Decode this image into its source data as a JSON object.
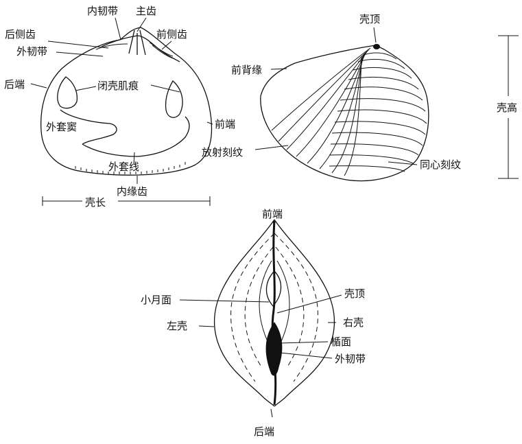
{
  "figure_a": {
    "labels": {
      "inner_ligament": "内韧带",
      "main_tooth": "主齿",
      "posterior_lateral_tooth": "后侧齿",
      "anterior_lateral_tooth": "前侧齿",
      "outer_ligament": "外韧带",
      "posterior_end": "后端",
      "adductor_scar": "闭壳肌痕",
      "pallial_sinus": "外套窦",
      "anterior_end": "前端",
      "pallial_line": "外套线",
      "inner_margin_teeth": "内缘齿",
      "shell_length": "壳长"
    }
  },
  "figure_b": {
    "labels": {
      "umbo": "壳顶",
      "anterior_dorsal_margin": "前背缘",
      "shell_height": "壳高",
      "radial_ribs": "放射刻纹",
      "concentric_ribs": "同心刻纹"
    }
  },
  "figure_c": {
    "labels": {
      "anterior_end": "前端",
      "lunule": "小月面",
      "umbo": "壳顶",
      "left_valve": "左壳",
      "right_valve": "右壳",
      "escutcheon": "楯面",
      "outer_ligament": "外韧带",
      "posterior_end": "后端"
    }
  }
}
